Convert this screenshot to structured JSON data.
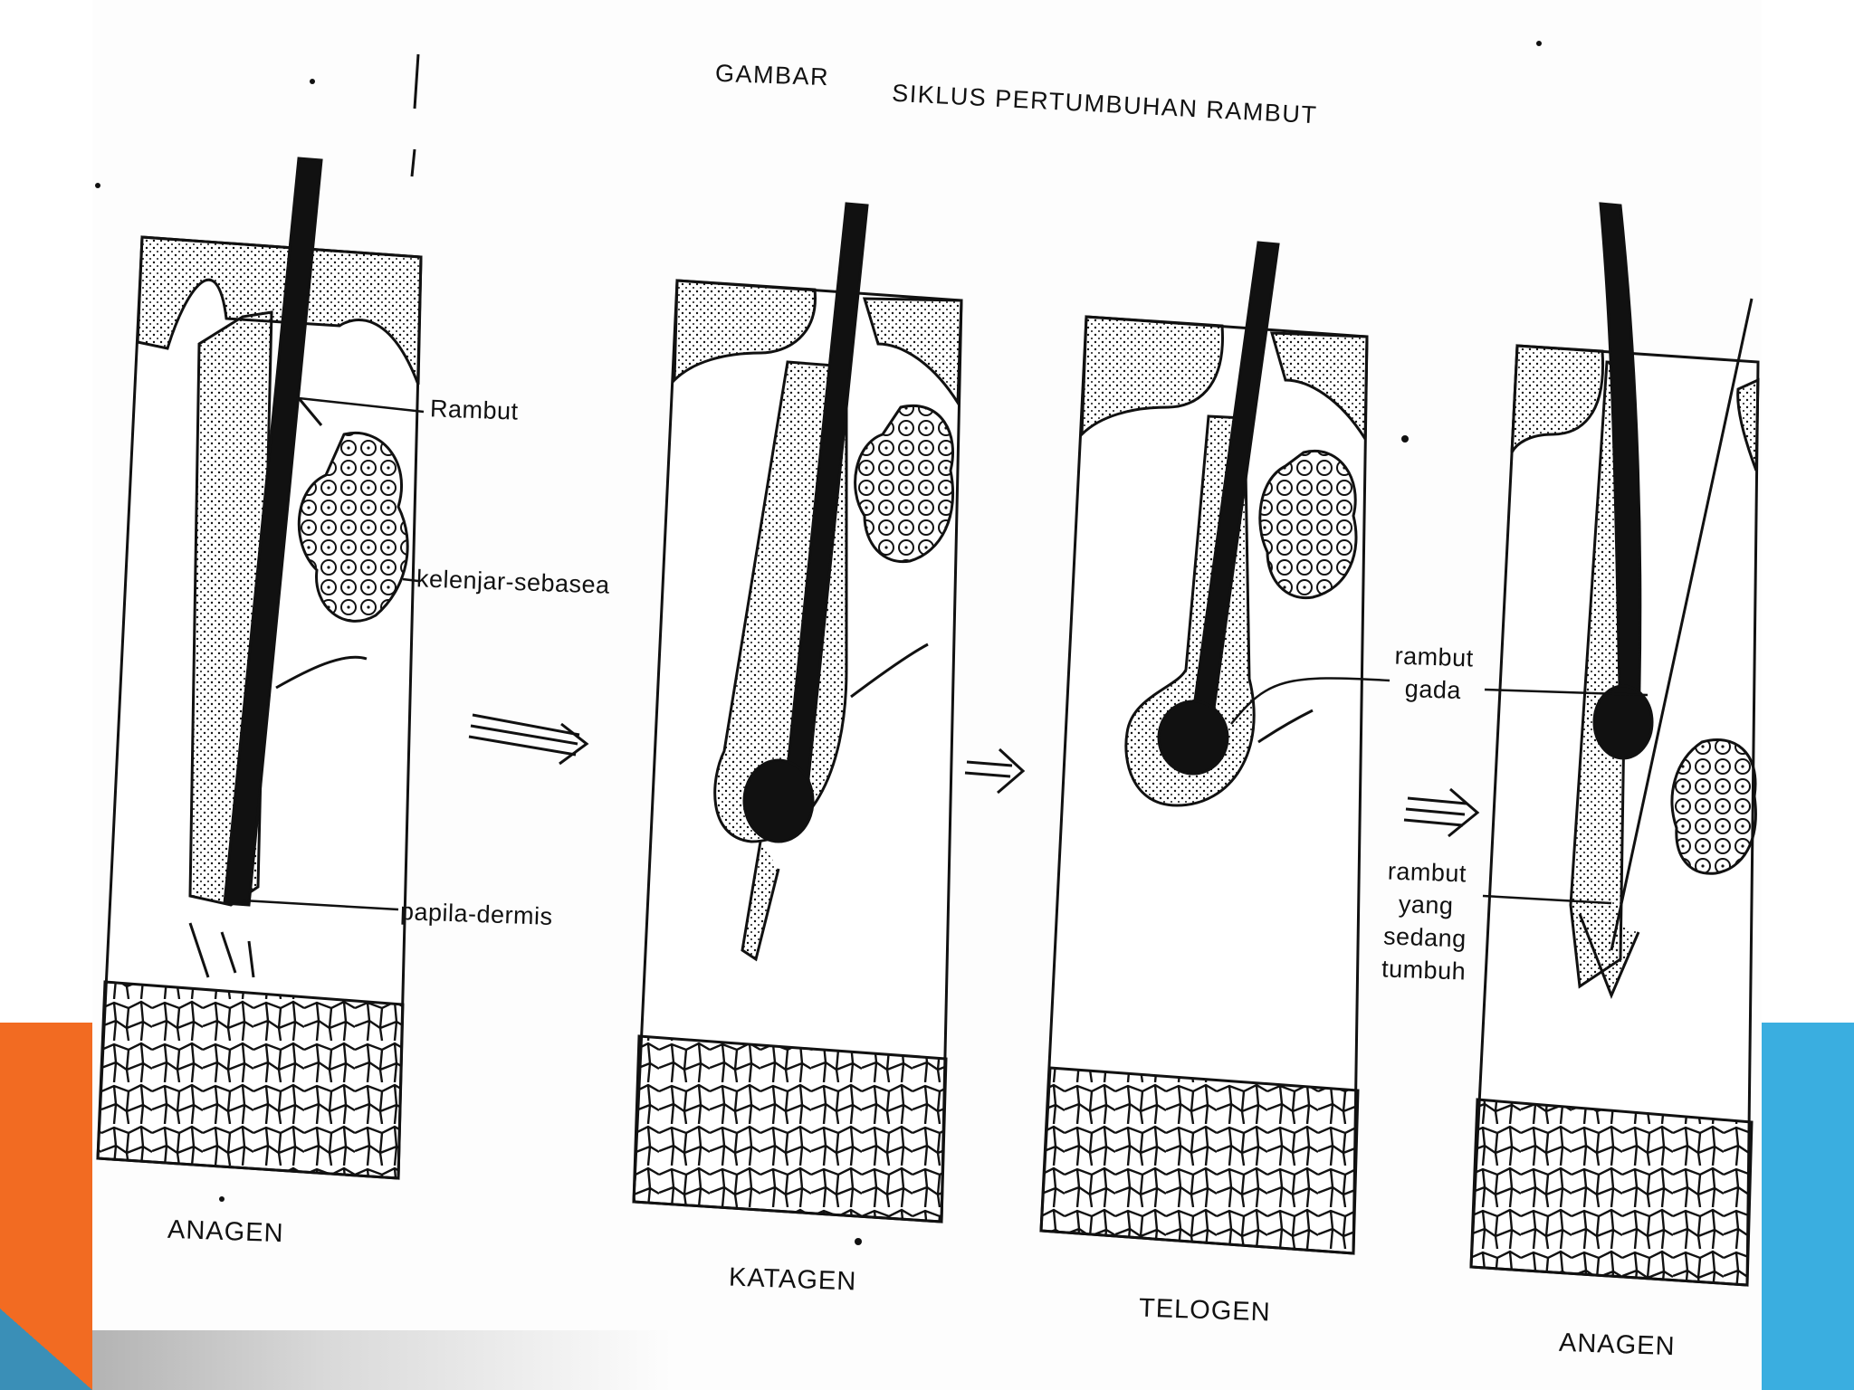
{
  "title": {
    "prefix": "GAMBAR",
    "main": "SIKLUS PERTUMBUHAN RAMBUT"
  },
  "labels": {
    "rambut": "Rambut",
    "kelenjar": "kelenjar-sebasea",
    "papila": "papila-dermis",
    "gada_line1": "rambut",
    "gada_line2": "gada",
    "growing_line1": "rambut",
    "growing_line2": "yang",
    "growing_line3": "sedang",
    "growing_line4": "tumbuh"
  },
  "stages": [
    "ANAGEN",
    "KATAGEN",
    "TELOGEN",
    "ANAGEN"
  ],
  "colors": {
    "ink": "#111111",
    "orange_accent": "#f26b22",
    "blue_accent": "#3aaee0"
  }
}
